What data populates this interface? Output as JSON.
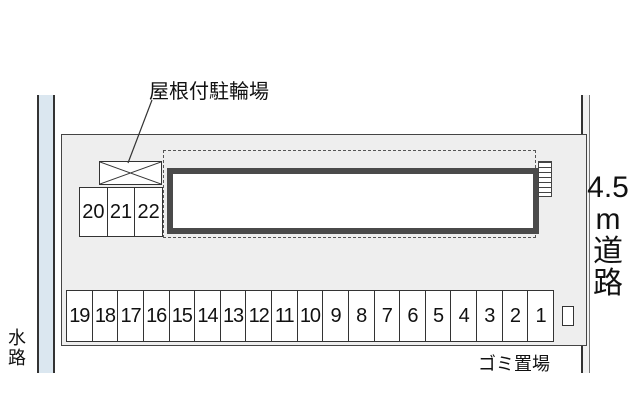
{
  "labels": {
    "bike_parking": "屋根付駐輪場",
    "garbage": "ゴミ置場",
    "canal_chars": [
      "水",
      "路"
    ],
    "road_chars": [
      "4.5",
      "m",
      "道",
      "路"
    ]
  },
  "spaces": {
    "top_row": [
      "20",
      "21",
      "22"
    ],
    "bottom_row": [
      "19",
      "18",
      "17",
      "16",
      "15",
      "14",
      "13",
      "12",
      "11",
      "10",
      "9",
      "8",
      "7",
      "6",
      "5",
      "4",
      "3",
      "2",
      "1"
    ]
  },
  "colors": {
    "canal": "#dbe7f0",
    "lot": "#eeeeee",
    "building_outline": "#4a4a4a"
  }
}
